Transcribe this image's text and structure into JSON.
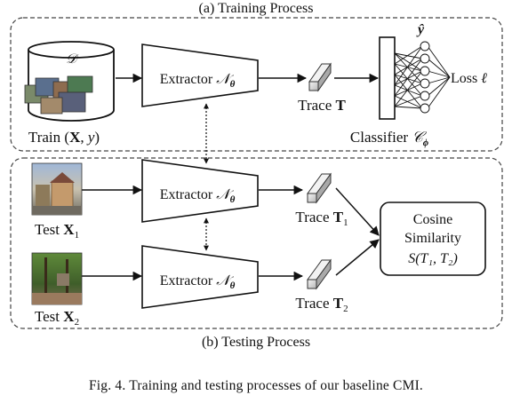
{
  "sections": {
    "training_title": "(a) Training Process",
    "testing_title": "(b) Testing Process"
  },
  "dataset": {
    "symbol": "𝒟",
    "label_prefix": "Train (",
    "label_x": "X",
    "label_sep": ", ",
    "label_y": "y",
    "label_suffix": ")"
  },
  "extractor": {
    "word": "Extractor ",
    "symbol": "𝒩",
    "subscript": "θ"
  },
  "traces": {
    "train": {
      "word": "Trace ",
      "symbol": "T",
      "sub": ""
    },
    "test1": {
      "word": "Trace ",
      "symbol": "T",
      "sub": "1"
    },
    "test2": {
      "word": "Trace ",
      "symbol": "T",
      "sub": "2"
    }
  },
  "classifier": {
    "word": "Classifier ",
    "symbol": "𝒞",
    "subscript": "ϕ",
    "output": "ŷ",
    "loss_word": "Loss ",
    "loss_symbol": "ℓ"
  },
  "tests": {
    "test1": {
      "word": "Test ",
      "symbol": "X",
      "sub": "1"
    },
    "test2": {
      "word": "Test ",
      "symbol": "X",
      "sub": "2"
    }
  },
  "similarity": {
    "line1": "Cosine",
    "line2": "Similarity",
    "line3": "S(T₁, T₂)"
  },
  "caption": "Fig. 4.    Training and testing processes of our baseline CMI."
}
